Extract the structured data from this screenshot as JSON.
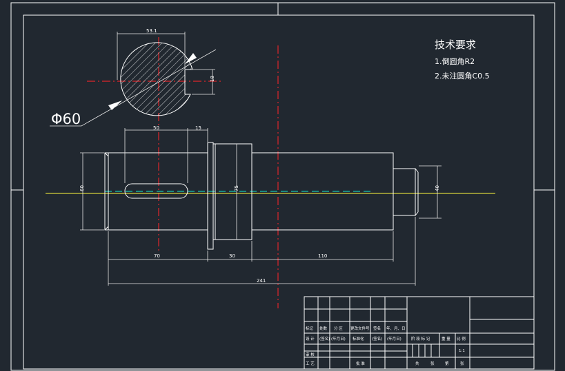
{
  "tech_requirements": {
    "title": "技术要求",
    "line1": "1.倒圆角R2",
    "line2": "2.未注圆角C0.5"
  },
  "section_view": {
    "dim_top": "53.1",
    "dim_right": "18",
    "diameter_label": "Φ60"
  },
  "dimensions": {
    "keyway_length": "50",
    "keyway_offset": "15",
    "left_diameter": "60",
    "shoulder_diameter": "75",
    "right_diameter": "40",
    "len_70": "70",
    "len_30": "30",
    "len_110": "110",
    "total_length": "241"
  },
  "title_block": {
    "row1": [
      "标记",
      "处数",
      "分 区",
      "更改文件号",
      "签名",
      "年、月、日"
    ],
    "row2": [
      "设 计",
      "(签名)",
      "(年月日)",
      "标准化",
      "(签名)",
      "(年月日)"
    ],
    "row2_right": [
      "阶 段 标 记",
      "重 量",
      "比 例"
    ],
    "scale": "1:1",
    "row3": [
      "审 核"
    ],
    "row4": [
      "工 艺",
      "批 准"
    ],
    "row4_right": [
      "共",
      "张",
      "第",
      "张"
    ]
  },
  "colors": {
    "background": "#212830",
    "lines": "#ffffff",
    "center_line": "#e0262a",
    "axis_line": "#d7d23a",
    "hidden_line": "#17c3b2"
  }
}
